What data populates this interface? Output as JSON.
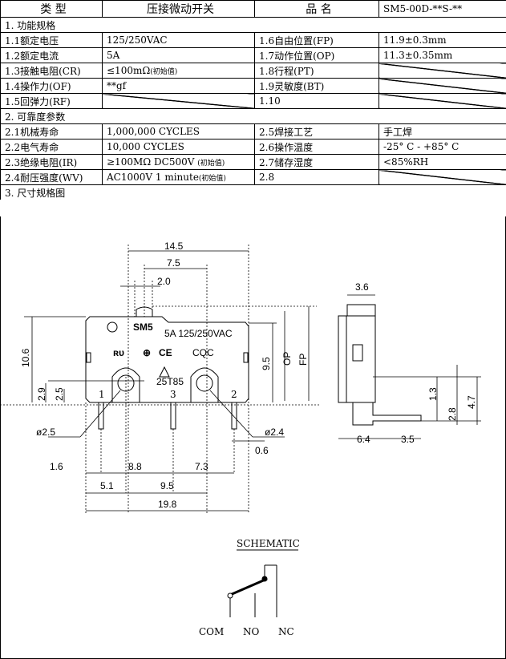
{
  "header": {
    "type_label": "类 型",
    "type_value": "压接微动开关",
    "name_label": "品 名",
    "name_value": "SM5-00D-**S-**"
  },
  "section1": {
    "title": "1. 功能规格",
    "rows": [
      {
        "l1": "1.1额定电压",
        "v1": "125/250VAC",
        "l2": "1.6自由位置(FP)",
        "v2": "11.9±0.3mm"
      },
      {
        "l1": "1.2额定电流",
        "v1": "5A",
        "l2": "1.7动作位置(OP)",
        "v2": "11.3±0.35mm"
      },
      {
        "l1": "1.3接触电阻(CR)",
        "v1": "≤100mΩ",
        "v1_note": "(初始值)",
        "l2": "1.8行程(PT)",
        "v2": ""
      },
      {
        "l1": "1.4操作力(OF)",
        "v1": "**gf",
        "l2": "1.9灵敏度(BT)",
        "v2": ""
      },
      {
        "l1": "1.5回弹力(RF)",
        "v1": "",
        "l2": "1.10",
        "v2": ""
      }
    ]
  },
  "section2": {
    "title": "2. 可靠度参数",
    "rows": [
      {
        "l1": "2.1机械寿命",
        "v1": "1,000,000 CYCLES",
        "l2": "2.5焊接工艺",
        "v2": "手工焊"
      },
      {
        "l1": "2.2电气寿命",
        "v1": "10,000  CYCLES",
        "l2": "2.6操作温度",
        "v2": "-25° C - +85° C"
      },
      {
        "l1": "2.3绝缘电阻(IR)",
        "v1": "≥100MΩ  DC500V",
        "v1_note": "(初始值)",
        "l2": "2.7储存湿度",
        "v2": "<85%RH"
      },
      {
        "l1": "2.4耐压强度(WV)",
        "v1": "AC1000V 1 minute",
        "v1_note": "(初始值)",
        "l2": "2.8",
        "v2": ""
      }
    ]
  },
  "section3": {
    "title": "3. 尺寸规格图"
  },
  "drawing": {
    "dims": {
      "d14_5": "14.5",
      "d7_5": "7.5",
      "d2_0": "2.0",
      "d10_6": "10.6",
      "d9_5": "9.5",
      "op": "OP",
      "fp": "FP",
      "d2_9": "2.9",
      "d2_5v": "2.5",
      "phi2_5": "ø2.5",
      "phi2_4": "ø2.4",
      "d0_6": "0.6",
      "d1_6": "1.6",
      "d8_8": "8.8",
      "d7_3": "7.3",
      "d5_1": "5.1",
      "d9_5b": "9.5",
      "d19_8": "19.8",
      "d3_6": "3.6",
      "d1_3": "1.3",
      "d4_7": "4.7",
      "d2_8": "2.8",
      "d6_4": "6.4",
      "d3_5": "3.5"
    },
    "marking": {
      "model": "SM5",
      "rating": "5A 125/250VAC",
      "cqc": "CQC",
      "temp": "25T85",
      "pin1": "1",
      "pin2": "2",
      "pin3": "3"
    }
  },
  "schematic": {
    "title": "SCHEMATIC",
    "com": "COM",
    "no": "NO",
    "nc": "NC"
  }
}
